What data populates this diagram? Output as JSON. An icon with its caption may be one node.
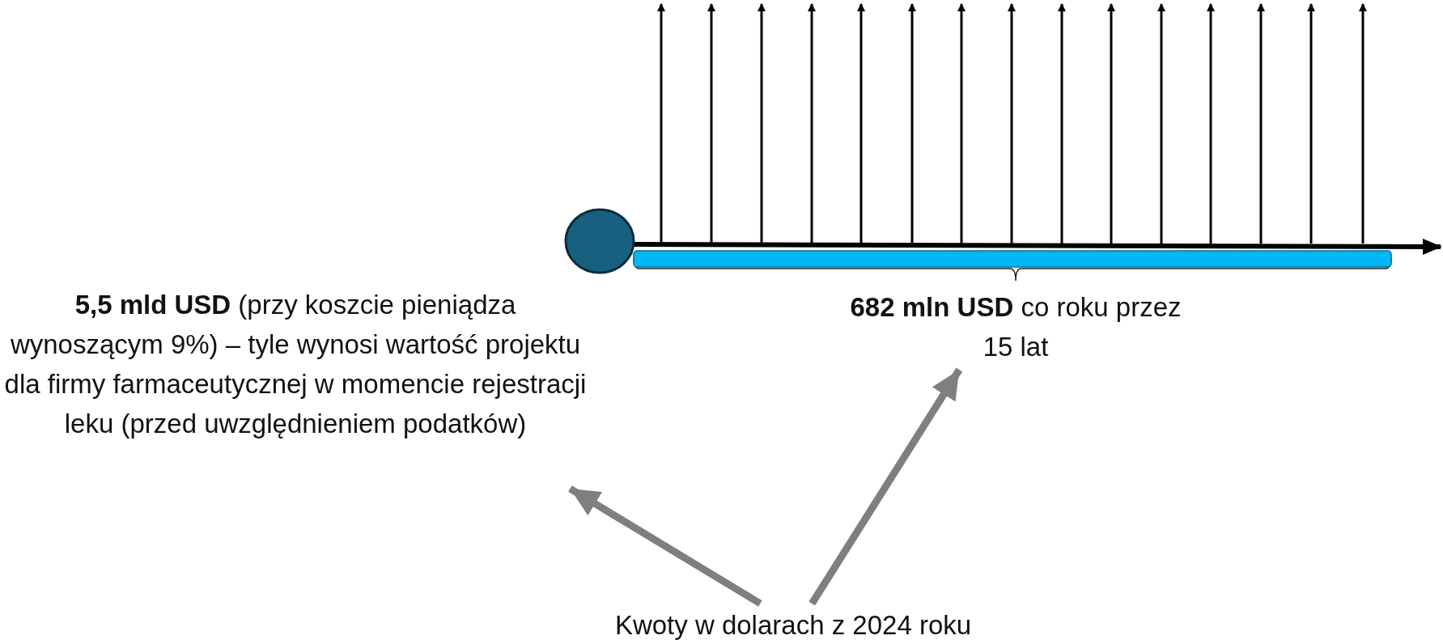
{
  "diagram": {
    "nodes": [
      {
        "text": [],
        "shape": "circle"
      },
      {
        "text": [],
        "shape": "bar"
      },
      {
        "text": [
          "**5,5 mld USD** (przy koszcie pieniądza wynoszącym 9%) – tyle wynosi wartość projektu dla firmy farmaceutycznej w momencie rejestracji leku (przed uwzględnieniem podatków)"
        ]
      },
      {
        "text": [
          "**682 mln USD** co roku przez 15 lat"
        ]
      },
      {
        "text": [
          "Kwoty w dolarach z 2024 roku"
        ]
      }
    ],
    "edges": [
      {
        "from": 4,
        "to": 2,
        "arrow": "to"
      },
      {
        "from": 4,
        "to": 3,
        "arrow": "to"
      }
    ]
  }
}
